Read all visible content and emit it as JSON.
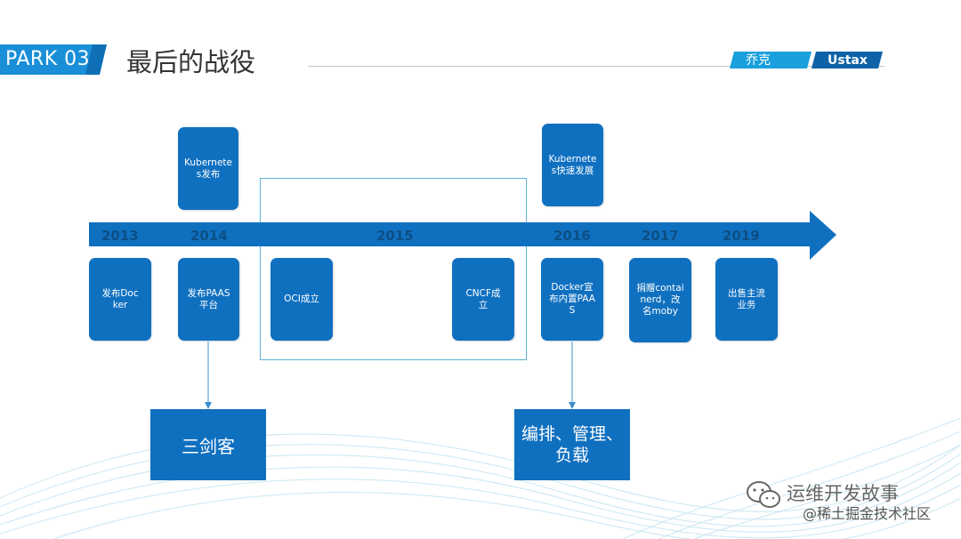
{
  "header": {
    "section_badge": "PARK 03",
    "title": "最后的战役",
    "tag_name": "乔克",
    "tag_brand": "Ustax"
  },
  "timeline": {
    "years": [
      "2013",
      "2014",
      "2015",
      "2016",
      "2017",
      "2019"
    ]
  },
  "events_above": [
    {
      "text": "Kubernetes发布"
    },
    {
      "text": "Kubernetes快速发展"
    }
  ],
  "events_below": [
    {
      "text": "发布Docker"
    },
    {
      "text": "发布PAAS平台"
    },
    {
      "text": "OCI成立"
    },
    {
      "text": "CNCF成立"
    },
    {
      "text": "Docker宣布内置PAAS"
    },
    {
      "text": "捐赠containerd，改名moby"
    },
    {
      "text": "出售主流业务"
    }
  ],
  "outcomes": [
    {
      "text": "三剑客"
    },
    {
      "text": "编排、管理、负载"
    }
  ],
  "colors": {
    "primary_blue": "#1070c0",
    "year_text": "#0b4f85"
  },
  "watermark": {
    "account": "运维开发故事",
    "community": "@稀土掘金技术社区"
  }
}
